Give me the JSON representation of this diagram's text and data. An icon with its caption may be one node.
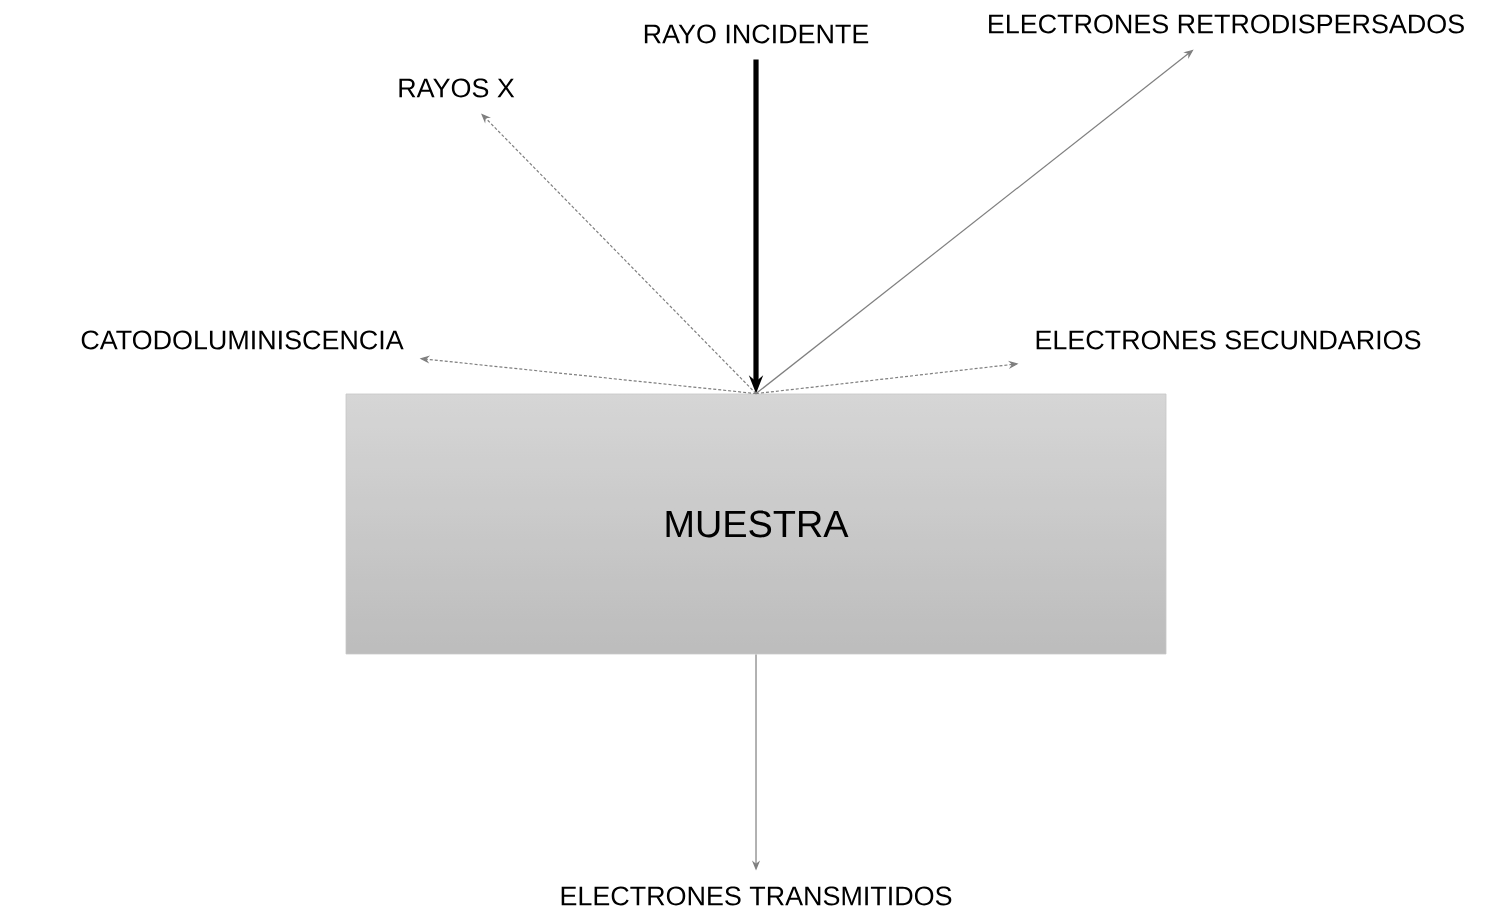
{
  "diagram": {
    "nodes": [
      {
        "text": [
          "RAYO INCIDENTE"
        ]
      },
      {
        "text": [
          "RAYOS X"
        ]
      },
      {
        "text": [
          "ELECTRONES RETRODISPERSADOS"
        ]
      },
      {
        "text": [
          "CATODOLUMINISCENCIA"
        ]
      },
      {
        "text": [
          "ELECTRONES SECUNDARIOS"
        ]
      },
      {
        "text": [
          "MUESTRA"
        ]
      },
      {
        "text": [
          "ELECTRONES TRANSMITIDOS"
        ]
      }
    ],
    "edges": [
      {
        "from": 0,
        "to": 5,
        "arrow": "to",
        "style": "thick",
        "color": "#000000"
      },
      {
        "from": 5,
        "to": 1,
        "arrow": "to",
        "style": "dashed"
      },
      {
        "from": 5,
        "to": 2,
        "arrow": "to"
      },
      {
        "from": 5,
        "to": 3,
        "arrow": "to",
        "style": "dashed"
      },
      {
        "from": 5,
        "to": 4,
        "arrow": "to",
        "style": "dashed"
      },
      {
        "from": 5,
        "to": 6,
        "arrow": "to"
      }
    ]
  }
}
